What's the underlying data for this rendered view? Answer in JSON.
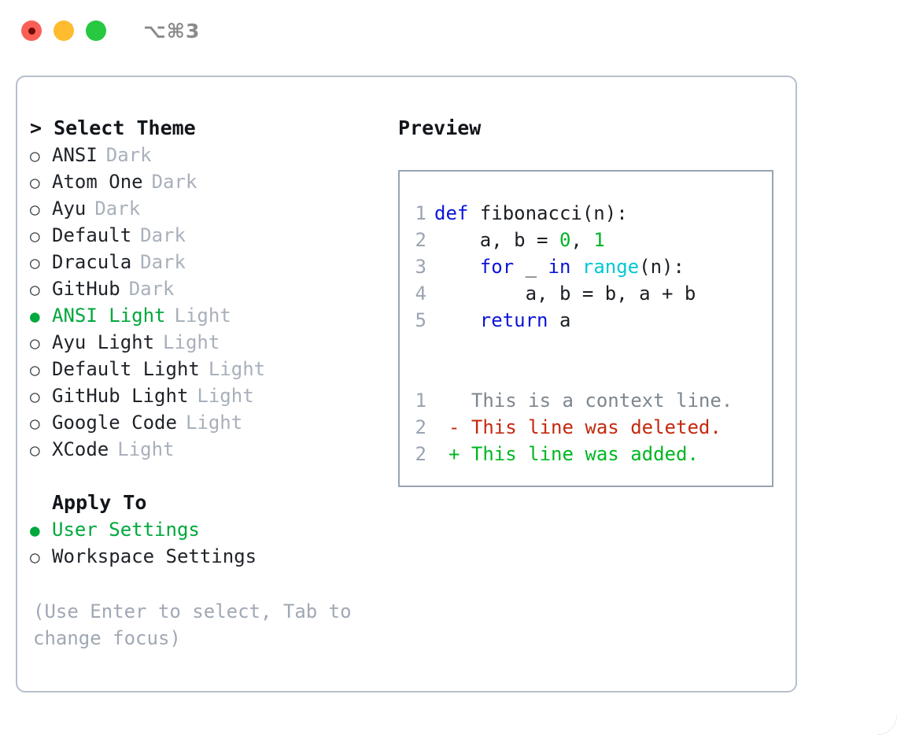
{
  "titlebar": {
    "buttons": [
      {
        "name": "close-button",
        "color": "#fa5f57"
      },
      {
        "name": "minimize-button",
        "color": "#febc2e"
      },
      {
        "name": "maximize-button",
        "color": "#26c940"
      }
    ],
    "shortcut": "⌥⌘3"
  },
  "theme_panel": {
    "title": "> Select Theme",
    "items": [
      {
        "radio": "○",
        "name": "ANSI",
        "variant": "Dark",
        "selected": false
      },
      {
        "radio": "○",
        "name": "Atom One",
        "variant": "Dark",
        "selected": false
      },
      {
        "radio": "○",
        "name": "Ayu",
        "variant": "Dark",
        "selected": false
      },
      {
        "radio": "○",
        "name": "Default",
        "variant": "Dark",
        "selected": false
      },
      {
        "radio": "○",
        "name": "Dracula",
        "variant": "Dark",
        "selected": false
      },
      {
        "radio": "○",
        "name": "GitHub",
        "variant": "Dark",
        "selected": false
      },
      {
        "radio": "●",
        "name": "ANSI Light",
        "variant": "Light",
        "selected": true
      },
      {
        "radio": "○",
        "name": "Ayu Light",
        "variant": "Light",
        "selected": false
      },
      {
        "radio": "○",
        "name": "Default Light",
        "variant": "Light",
        "selected": false
      },
      {
        "radio": "○",
        "name": "GitHub Light",
        "variant": "Light",
        "selected": false
      },
      {
        "radio": "○",
        "name": "Google Code",
        "variant": "Light",
        "selected": false
      },
      {
        "radio": "○",
        "name": "XCode",
        "variant": "Light",
        "selected": false
      }
    ]
  },
  "apply_to": {
    "title": "Apply To",
    "items": [
      {
        "radio": "●",
        "name": "User Settings",
        "selected": true
      },
      {
        "radio": "○",
        "name": "Workspace Settings",
        "selected": false
      }
    ]
  },
  "hint": "(Use Enter to select, Tab to change focus)",
  "preview": {
    "title": "Preview",
    "code_lines": [
      {
        "no": "1",
        "tokens": [
          {
            "t": "def",
            "c": "kw"
          },
          {
            "t": " ",
            "c": "plain"
          },
          {
            "t": "fibonacci",
            "c": "fn"
          },
          {
            "t": "(n):",
            "c": "plain"
          }
        ]
      },
      {
        "no": "2",
        "tokens": [
          {
            "t": "    a, b = ",
            "c": "plain"
          },
          {
            "t": "0",
            "c": "num"
          },
          {
            "t": ", ",
            "c": "plain"
          },
          {
            "t": "1",
            "c": "num"
          }
        ]
      },
      {
        "no": "3",
        "tokens": [
          {
            "t": "    ",
            "c": "plain"
          },
          {
            "t": "for",
            "c": "kw"
          },
          {
            "t": " _ ",
            "c": "plain"
          },
          {
            "t": "in",
            "c": "kw"
          },
          {
            "t": " ",
            "c": "plain"
          },
          {
            "t": "range",
            "c": "blt"
          },
          {
            "t": "(n):",
            "c": "plain"
          }
        ]
      },
      {
        "no": "4",
        "tokens": [
          {
            "t": "        a, b = b, a + b",
            "c": "plain"
          }
        ]
      },
      {
        "no": "5",
        "tokens": [
          {
            "t": "    ",
            "c": "plain"
          },
          {
            "t": "return",
            "c": "kw"
          },
          {
            "t": " a",
            "c": "plain"
          }
        ]
      }
    ],
    "diff_lines": [
      {
        "no": "1",
        "marker": " ",
        "text": "This is a context line.",
        "kind": "ctx"
      },
      {
        "no": "2",
        "marker": "-",
        "text": "This line was deleted.",
        "kind": "del"
      },
      {
        "no": "2",
        "marker": "+",
        "text": "This line was added.",
        "kind": "add"
      }
    ]
  },
  "colors": {
    "accent_green": "#00a83c",
    "muted": "#a8b0bb",
    "keyword_blue": "#0b15d8",
    "builtin_cyan": "#03c6d6",
    "number_green": "#00b429",
    "diff_delete_red": "#c4290f",
    "diff_add_green": "#00b722",
    "panel_border": "#b6bfcb",
    "preview_border": "#98a4b3"
  }
}
